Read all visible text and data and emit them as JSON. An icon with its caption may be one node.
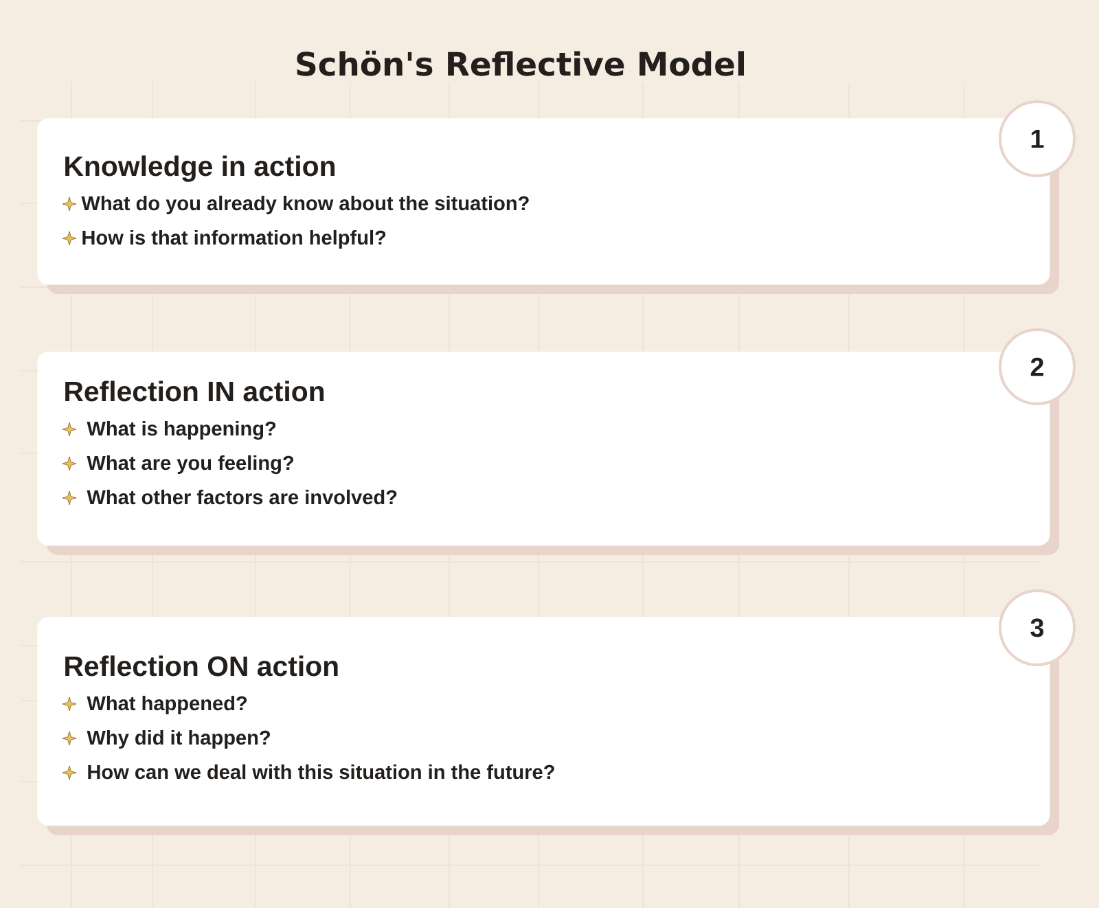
{
  "diagram": {
    "title": "Schön's Reflective Model",
    "nodes": [
      {
        "text": [
          "Knowledge in action",
          "What do you already know about the situation?",
          "How is that information helpful?"
        ]
      },
      {
        "text": [
          "1"
        ]
      },
      {
        "text": [
          "Reflection IN action",
          "What is happening?",
          "What are you feeling?",
          "What other factors are involved?"
        ]
      },
      {
        "text": [
          "2"
        ]
      },
      {
        "text": [
          "Reflection ON action",
          "What happened?",
          "Why did it happen?",
          "How can we deal with this situation in the future?"
        ]
      },
      {
        "text": [
          "3"
        ]
      }
    ]
  }
}
